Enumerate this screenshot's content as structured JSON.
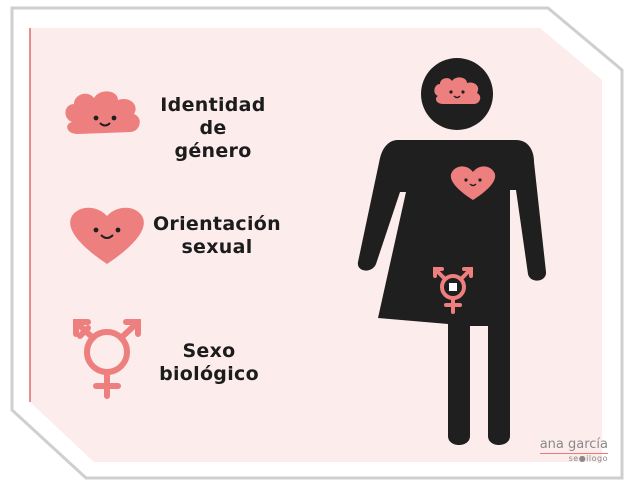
{
  "legend": {
    "items": [
      {
        "line1": "Identidad",
        "line2": "de género",
        "icon": "brain-icon"
      },
      {
        "line1": "Orientación",
        "line2": "sexual",
        "icon": "heart-icon"
      },
      {
        "line1": "Sexo",
        "line2": "biológico",
        "icon": "transgender-symbol-icon"
      }
    ]
  },
  "credit": {
    "name": "ana garcía",
    "sub": "se●ilogo"
  },
  "colors": {
    "background": "#fcecec",
    "accent": "#ee7f7f",
    "figure": "#1f1f1f",
    "frame": "#d9d9d9"
  }
}
